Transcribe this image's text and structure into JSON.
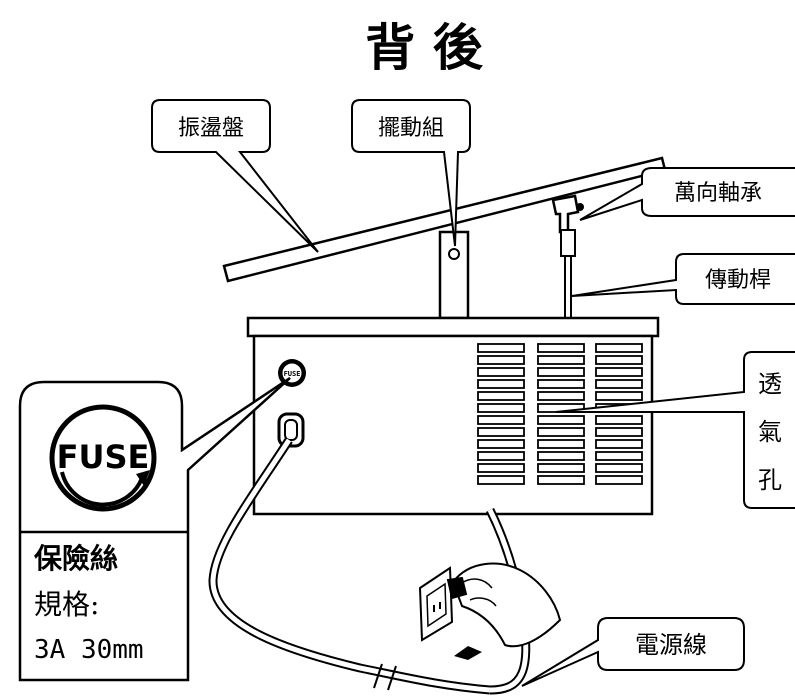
{
  "title": "背 後",
  "labels": {
    "vibration_tray": "振盪盤",
    "swing_assembly": "擺動組",
    "universal_bearing": "萬向軸承",
    "drive_rod": "傳動桿",
    "vent_holes": [
      "透",
      "氣",
      "孔"
    ],
    "power_cord": "電源線"
  },
  "fuse": {
    "icon_text": "FUSE",
    "title": "保險絲",
    "spec_label": "規格:",
    "spec_value": "3A 30mm"
  },
  "icons": [
    "fuse-icon",
    "power-plug-hand-icon",
    "vent-grille"
  ]
}
